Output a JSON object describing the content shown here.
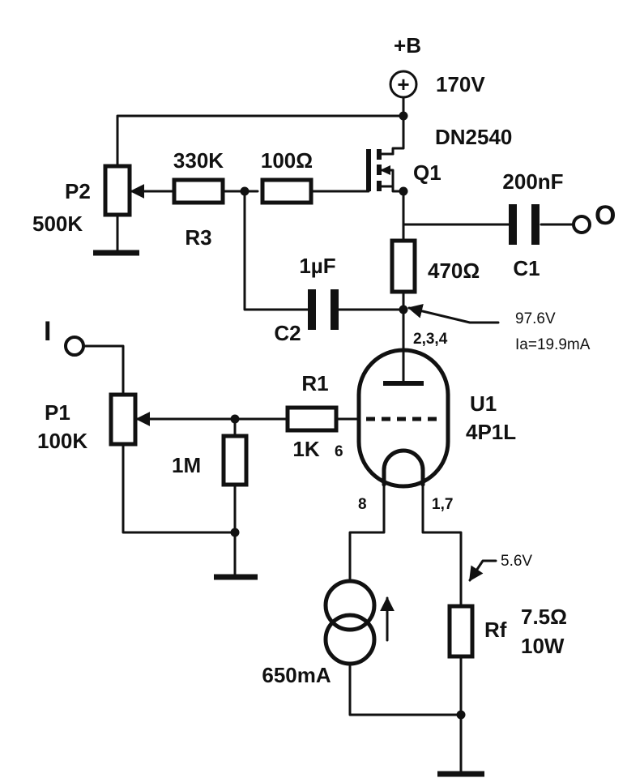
{
  "supply": {
    "name": "+B",
    "voltage": "170V",
    "plus_symbol": "+"
  },
  "q1": {
    "ref": "Q1",
    "part": "DN2540"
  },
  "p2": {
    "ref": "P2",
    "value": "500K"
  },
  "r3": {
    "ref": "R3",
    "value": "330K"
  },
  "r_gate": {
    "value": "100Ω"
  },
  "c1": {
    "ref": "C1",
    "value": "200nF"
  },
  "output_terminal": {
    "label": "O"
  },
  "r_drain": {
    "value": "470Ω"
  },
  "c2": {
    "ref": "C2",
    "value": "1µF"
  },
  "anode_node": {
    "voltage": "97.6V",
    "current": "Ia=19.9mA"
  },
  "input_terminal": {
    "label": "I"
  },
  "p1": {
    "ref": "P1",
    "value": "100K"
  },
  "r1": {
    "ref": "R1",
    "value": "1K"
  },
  "r_grid_leak": {
    "value": "1M"
  },
  "u1": {
    "ref": "U1",
    "part": "4P1L",
    "pins_anode": "2,3,4",
    "pin_grid": "6",
    "pin_filament_left": "8",
    "pin_filament_right": "1,7"
  },
  "current_source": {
    "value": "650mA"
  },
  "rf": {
    "ref": "Rf",
    "value": "7.5Ω",
    "power": "10W",
    "node_voltage": "5.6V"
  }
}
